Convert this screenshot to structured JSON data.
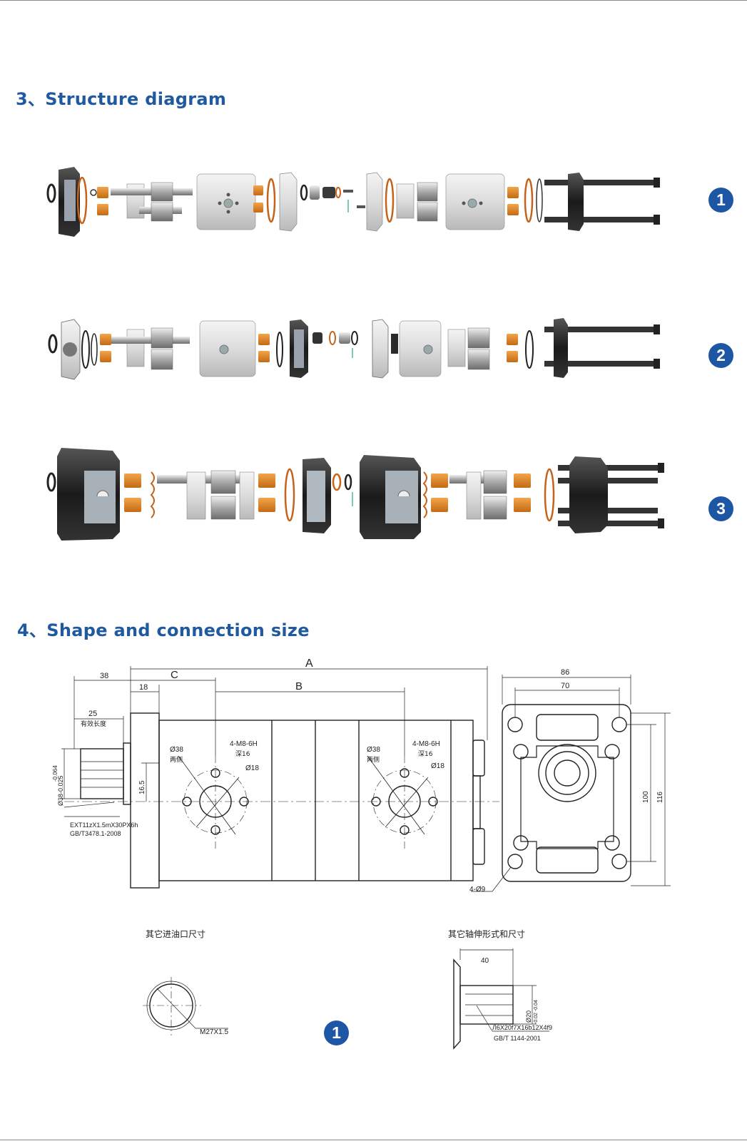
{
  "section3": {
    "title": "3、Structure diagram"
  },
  "section4": {
    "title": "4、Shape and connection size"
  },
  "badges": {
    "b1": "1",
    "b2": "2",
    "b3": "3",
    "b4": "1"
  },
  "dims": {
    "A": "A",
    "B": "B",
    "C": "C",
    "d38": "38",
    "d18": "18",
    "d25": "25",
    "spline_len": "有效长度",
    "shaft_dia": "Ø38-0.025",
    "shaft_dia2": "-0.064",
    "spline_spec": "EXT11zX1.5mX30PX6h",
    "spline_std": "GB/T3478.1-2008",
    "d165": "16.5",
    "port1_dia": "Ø38",
    "port1_sides": "两侧",
    "port1_thread": "4-M8-6H",
    "port1_depth": "深16",
    "port1_inner": "Ø18",
    "port2_dia": "Ø38",
    "port2_sides": "两侧",
    "port2_thread": "4-M8-6H",
    "port2_depth": "深16",
    "port2_inner": "Ø18",
    "d86": "86",
    "d70": "70",
    "d100": "100",
    "d116": "116",
    "holes": "4-Ø9"
  },
  "extra": {
    "inlet_title": "其它进油口尺寸",
    "inlet_thread": "M27X1.5",
    "shaft_title": "其它轴伸形式和尺寸",
    "shaft_len": "40",
    "shaft_dia": "Ø20",
    "shaft_tol": "-0.02 -0.04",
    "shaft_spline": "Л6X20f7X16b12X4f9",
    "shaft_std": "GB/T 1144-2001"
  }
}
